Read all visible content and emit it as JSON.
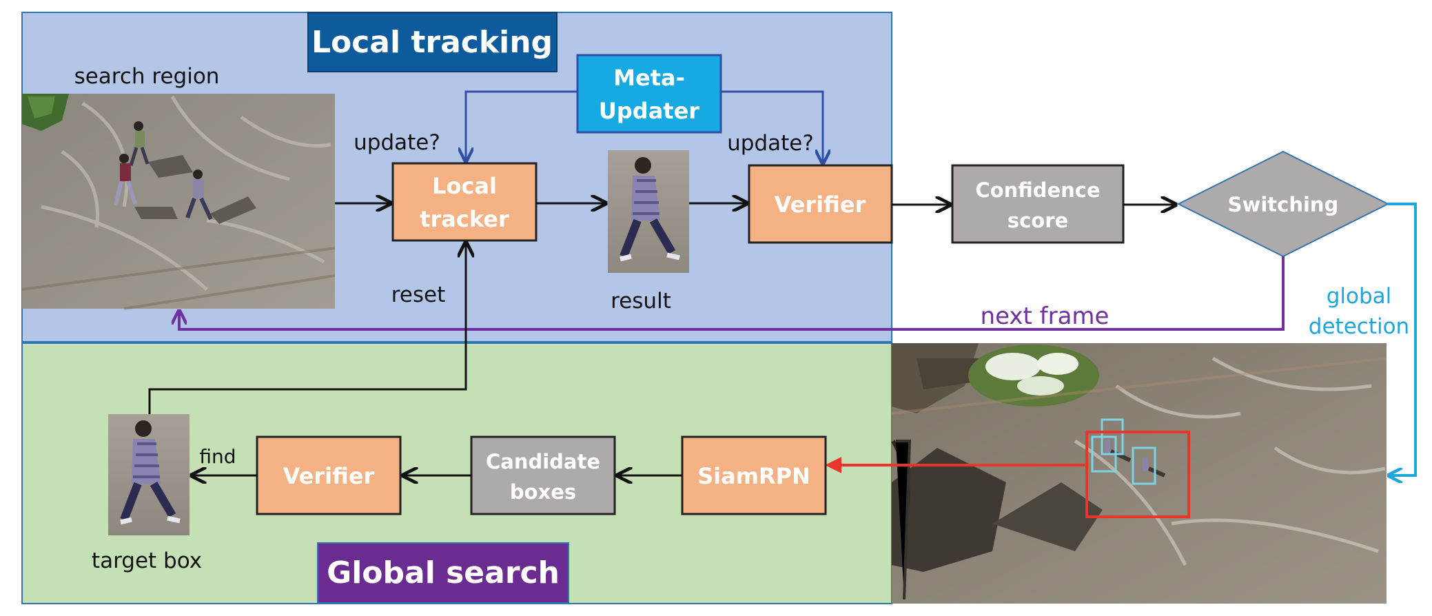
{
  "colors": {
    "local_panel_bg": "#b4c6e7",
    "global_panel_bg": "#c5e0b4",
    "panel_border": "#2e75b6",
    "orange_box": "#f4b183",
    "gray_box": "#aeaaaa",
    "meta_box": "#17a9e1",
    "local_title_bg": "#0d5b9c",
    "global_title_bg": "#6a2c91",
    "blue_arrow": "#2f4ea6",
    "purple_arrow": "#7030a0",
    "cyan_arrow": "#1ba6de",
    "red_arrow": "#e8362a",
    "black_arrow": "#111111"
  },
  "local_tracking": {
    "title": "Local tracking",
    "search_region_label": "search region",
    "meta_updater_line1": "Meta-",
    "meta_updater_line2": "Updater",
    "update_label_left": "update?",
    "update_label_right": "update?",
    "local_tracker_line1": "Local",
    "local_tracker_line2": "tracker",
    "result_label": "result",
    "verifier_label": "Verifier",
    "reset_label": "reset"
  },
  "decision": {
    "confidence_line1": "Confidence",
    "confidence_line2": "score",
    "switching_label": "Switching",
    "next_frame_label": "next frame",
    "global_detection_line1": "global",
    "global_detection_line2": "detection"
  },
  "global_search": {
    "title": "Global search",
    "target_box_label": "target box",
    "find_label": "find",
    "verifier_label": "Verifier",
    "candidate_line1": "Candidate",
    "candidate_line2": "boxes",
    "siamrpn_label": "SiamRPN"
  },
  "icons": {
    "search_region_image": "aerial-pedestrians-image",
    "result_image": "walking-person-crop",
    "target_box_image": "walking-person-crop",
    "global_frame_image": "aerial-plaza-frame"
  }
}
